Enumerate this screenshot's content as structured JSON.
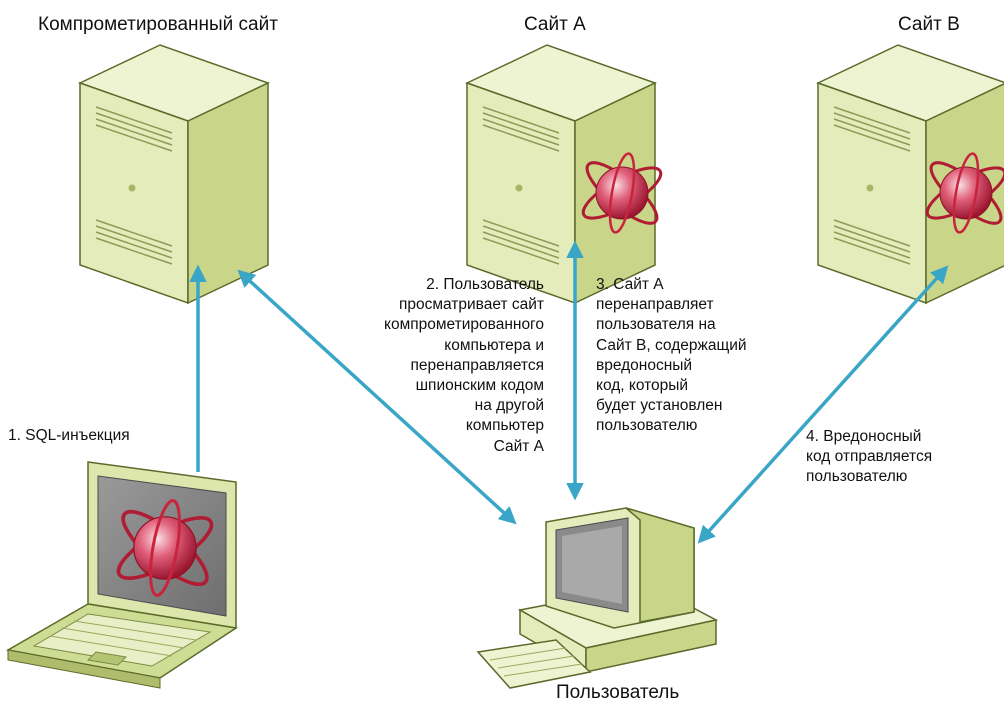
{
  "nodes": {
    "compromised_site": "Компрометированный сайт",
    "site_a": "Сайт A",
    "site_b": "Сайт B",
    "user": "Пользователь"
  },
  "steps": {
    "step1": "1. SQL-инъекция",
    "step2": "2. Пользователь\nпросматривает сайт\nкомпрометированного\nкомпьютера и\nперенаправляется\nшпионским кодом\nна другой\nкомпьютер\nСайт A",
    "step3": "3. Сайт A\nперенаправляет\nпользователя на\nСайт B, содержащий\nвредоносный\nкод, который\nбудет установлен\nпользователю",
    "step4": "4. Вредоносный\nкод отправляется\nпользователю"
  },
  "colors": {
    "arrow": "#3aa6c7",
    "server_front": "#e4ecbc",
    "server_side": "#c9d68a",
    "server_top": "#eef3d2",
    "outline": "#5a6a2a",
    "malware": "#d0303f"
  },
  "icons": {
    "server": "server-tower-icon",
    "laptop": "laptop-icon",
    "desktop": "desktop-computer-icon",
    "malware": "malware-orb-icon"
  }
}
